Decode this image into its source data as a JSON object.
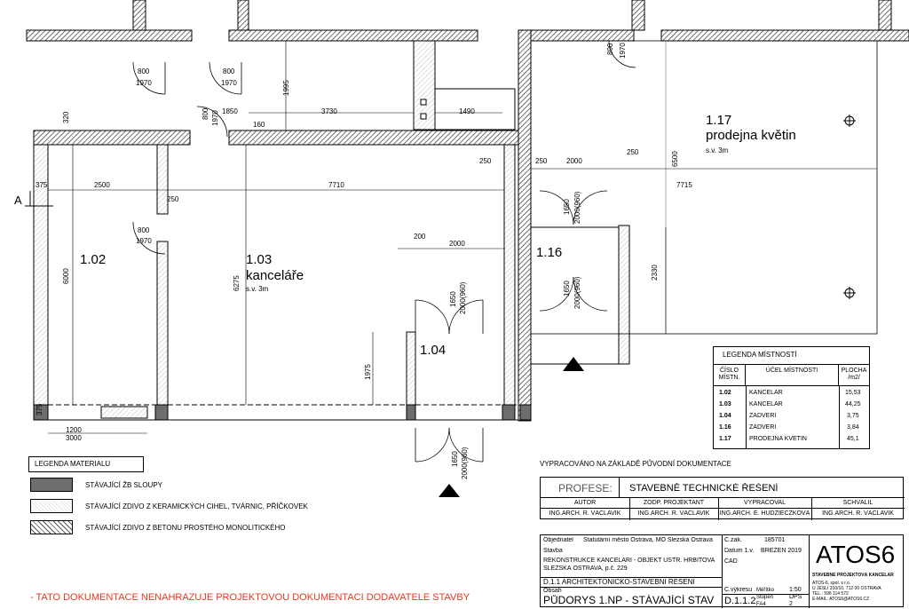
{
  "rooms": [
    {
      "number": "1.02",
      "name": "",
      "sv": ""
    },
    {
      "number": "1.03",
      "name": "kanceláře",
      "sv": "s.v. 3m"
    },
    {
      "number": "1.04",
      "name": "",
      "sv": ""
    },
    {
      "number": "1.16",
      "name": "",
      "sv": ""
    },
    {
      "number": "1.17",
      "name": "prodejna květin",
      "sv": "s.v. 3m"
    }
  ],
  "section_mark": "A",
  "doors": {
    "d1_w": "800",
    "d1_h": "1970",
    "d2_w": "800",
    "d2_h": "1970",
    "d3_w": "800",
    "d3_h": "1970",
    "d4_w": "800",
    "d4_h": "1970",
    "d5_w": "800",
    "d5_h": "1970",
    "dbl_w": "1650",
    "dbl_h": "2000(960)"
  },
  "dims": {
    "d320": "320",
    "d1850": "1850",
    "d160": "160",
    "d3730": "3730",
    "d1490": "1490",
    "d1995": "1995",
    "d375a": "375",
    "d2500": "2500",
    "d250a": "250",
    "d7710": "7710",
    "d250b": "250",
    "d250c": "250",
    "d2000a": "2000",
    "d250d": "250",
    "d7715": "7715",
    "d6500": "6500",
    "d200": "200",
    "d2000b": "2000",
    "d6000": "6000",
    "d6275": "6275",
    "d1975": "1975",
    "d2330": "2330",
    "d375b": "375",
    "d1200": "1200",
    "d3000": "3000"
  },
  "legend_rooms": {
    "title": "LEGENDA MÍSTNOSTÍ",
    "h_num": "ČÍSLO MÍSTN.",
    "h_use": "ÚČEL MÍSTNOSTI",
    "h_area": "PLOCHA /m2/",
    "rows": [
      {
        "num": "1.02",
        "use": "KANCELÁŘ",
        "area": "15,53"
      },
      {
        "num": "1.03",
        "use": "KANCELÁŘ",
        "area": "44,25"
      },
      {
        "num": "1.04",
        "use": "ZÁDVEŘÍ",
        "area": "3,75"
      },
      {
        "num": "1.16",
        "use": "ZÁDVEŘÍ",
        "area": "3,84"
      },
      {
        "num": "1.17",
        "use": "PRODEJNA KVĚTIN",
        "area": "45,1"
      }
    ]
  },
  "legend_materials": {
    "title": "LEGENDA MATERIÁLŮ",
    "items": [
      {
        "label": "STÁVAJÍCÍ ŽB SLOUPY"
      },
      {
        "label": "STÁVAJÍCÍ ZDIVO Z KERAMICKÝCH CIHEL, TVÁRNIC, PŘÍČKOVEK"
      },
      {
        "label": "STÁVAJÍCÍ ZDIVO Z BETONU PROSTÉHO MONOLITICKÉHO"
      }
    ]
  },
  "note_original": "VYPRACOVÁNO NA ZÁKLADĚ PŮVODNÍ DOKUMENTACE",
  "warning": "- TATO DOKUMENTACE NENAHRAZUJE PROJEKTOVOU DOKUMENTACI DODAVATELE STAVBY",
  "titleblock": {
    "profese_label": "PROFESE:",
    "profese_value": "STAVEBNĚ TECHNICKÉ ŘEŠENÍ",
    "roles": [
      "AUTOR",
      "ZODP. PROJEKTANT",
      "VYPRACOVAL",
      "SCHVÁLIL"
    ],
    "people": [
      "ING.ARCH. R. VÁCLAVÍK",
      "ING.ARCH. R. VÁCLAVÍK",
      "ING.ARCH. E. HUDZIECZKOVÁ",
      "ING.ARCH. R. VÁCLAVÍK"
    ],
    "objednatel_label": "Objednatel",
    "objednatel": "Statutární město Ostrava, MO Slezská Ostrava",
    "stavba_label": "Stavba",
    "stavba_1": "REKONSTRUKCE KANCELÁŘÍ - OBJEKT ÚSTŘ. HŘBITOVA",
    "stavba_2": "SLEZSKÁ OSTRAVA, p.č. 229",
    "part": "D.1.1 ARCHITEKTONICKO-STAVEBNÍ ŘEŠENÍ",
    "obsah_label": "Obsah",
    "obsah": "PŮDORYS 1.NP - STÁVAJÍCÍ STAV",
    "czak_label": "Č.zak.",
    "czak": "185701",
    "datum_label": "Datum 1.v.",
    "datum": "BŘEZEN 2019",
    "cad_label": "CAD",
    "cvykresu_label": "Č.výkresu",
    "cvykresu": "D.1.1.2",
    "meritko_label": "Měřítko",
    "meritko": "1:50",
    "stupen_label": "Stupeň",
    "stupen": "DPS",
    "format_label": "FA4",
    "format": "2",
    "logo_text": "ATOS6",
    "company_name": "STAVEBNĚ PROJEKTOVÁ KANCELÁŘ",
    "company_1": "ATOS-6, spol. s r.o.",
    "company_2": "U JESLÍ 310/10, 712 00 OSTRAVA",
    "company_3": "TEL.: 596 114 572",
    "company_4": "E-MAIL: ATOS6@ATOS6.CZ"
  }
}
